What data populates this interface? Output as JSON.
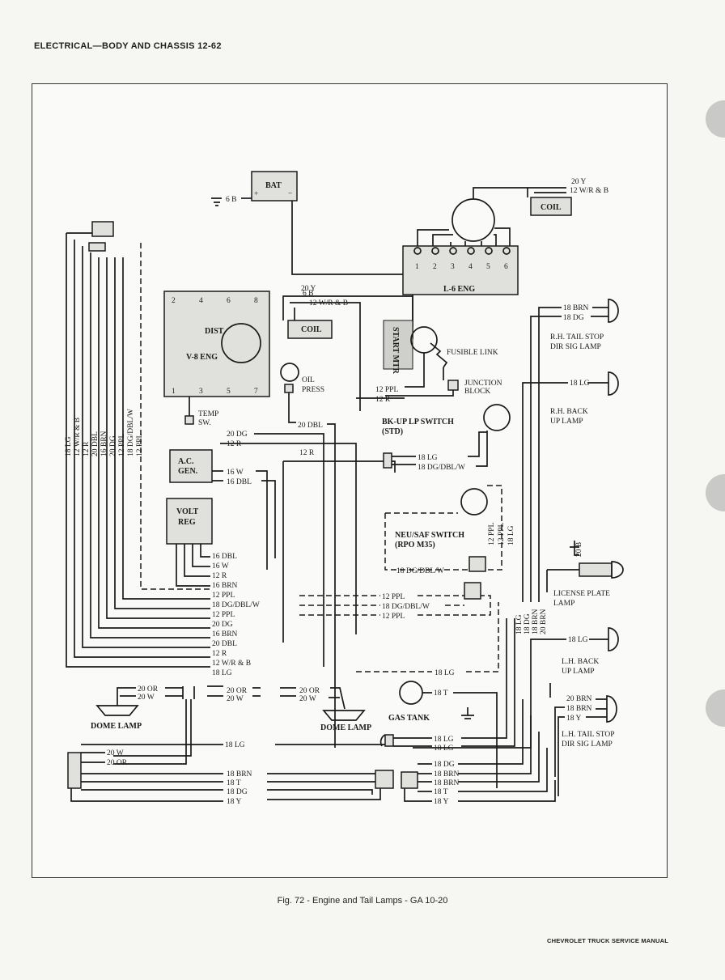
{
  "header": "ELECTRICAL—BODY AND CHASSIS 12-62",
  "caption": "Fig. 72 - Engine and Tail Lamps - GA 10-20",
  "footer": "CHEVROLET TRUCK SERVICE MANUAL",
  "components": {
    "battery": "BAT",
    "coil_l6": "COIL",
    "engine_l6": "L-6 ENG",
    "engine_v8": "V-8 ENG",
    "dist": "DIST",
    "coil_v8": "COIL",
    "start_mtr": "START MTR",
    "fusible_link": "FUSIBLE LINK",
    "junction_block_1": "JUNCTION",
    "junction_block_2": "BLOCK",
    "oil_press_1": "OIL",
    "oil_press_2": "PRESS",
    "temp_sw_1": "TEMP",
    "temp_sw_2": "SW.",
    "ac_gen_1": "A.C.",
    "ac_gen_2": "GEN.",
    "volt_reg_1": "VOLT",
    "volt_reg_2": "REG",
    "bk_up_switch_1": "BK-UP LP SWITCH",
    "bk_up_switch_2": "(STD)",
    "neu_saf_1": "NEU/SAF SWITCH",
    "neu_saf_2": "(RPO M35)",
    "rh_tail_1": "R.H. TAIL STOP",
    "rh_tail_2": "DIR SIG LAMP",
    "rh_back_1": "R.H. BACK",
    "rh_back_2": "UP LAMP",
    "license_1": "LICENSE PLATE",
    "license_2": "LAMP",
    "lh_back_1": "L.H. BACK",
    "lh_back_2": "UP LAMP",
    "lh_tail_1": "L.H. TAIL STOP",
    "lh_tail_2": "DIR SIG LAMP",
    "dome_lamp_left": "DOME LAMP",
    "dome_lamp_right": "DOME LAMP",
    "gas_tank": "GAS TANK"
  },
  "wires": {
    "w6b_bat": "6 B",
    "w20y_coil": "20 Y",
    "w12wrb_coil": "12 W/R & B",
    "w6b": "6 B",
    "w20y": "20 Y",
    "w12wrb": "12 W/R & B",
    "w12ppl_j": "12 PPL",
    "w12r_j": "12 R",
    "w20dbl_oil": "20 DBL",
    "w20dg_temp": "20 DG",
    "w12r_gen": "12 R",
    "w12r_mid": "12 R",
    "w16w_gen": "16 W",
    "w16dbl_gen": "16 DBL",
    "w18lg_bk": "18 LG",
    "w18dgdblw_bk": "18 DG/DBL/W",
    "w18brn_rh": "18 BRN",
    "w18dg_rh": "18 DG",
    "w18lg_rh": "18 LG",
    "w12ppl_neu": "12 PPL",
    "w12ppl_neu2": "12 PPL",
    "w18lg_neu": "18 LG",
    "w18dgdblw_neu": "18 DG/DBL/W",
    "w20b_lic": "20 B",
    "w12ppl_r1": "12 PPL",
    "w18dgdblw_r": "18 DG/DBL/W",
    "w12ppl_r2": "12 PPL",
    "w18lg_bottom": "18 LG",
    "w18t_gas": "18 T",
    "w18lg_lh": "18 LG",
    "w20brn_lh": "20 BRN",
    "w18brn_lh": "18 BRN",
    "w18y_lh": "18 Y",
    "v_18lg": "18 LG",
    "v_18dg": "18 DG",
    "v_18brn": "18 BRN",
    "v_20brn": "20 BRN"
  },
  "harness_vertical_labels": [
    "18 LG",
    "12 W/R & B",
    "12 R",
    "20 DBL",
    "16 BRN",
    "20 DG",
    "12 PPL",
    "18 DG/DBL/W",
    "12 PPL"
  ],
  "harness_list": [
    "16 DBL",
    "16 W",
    "12 R",
    "16 BRN",
    "12 PPL",
    "18 DG/DBL/W",
    "12 PPL",
    "20 DG",
    "16 BRN",
    "20 DBL",
    "12 R",
    "12 W/R & B",
    "18 LG"
  ],
  "dome_wires": {
    "l_or": "20 OR",
    "l_w": "20 W",
    "m_or": "20 OR",
    "m_w": "20 W",
    "r_or": "20 OR",
    "r_w": "20 W"
  },
  "bottom_wires": {
    "b_20w": "20 W",
    "b_20or": "20 OR",
    "b_18lg": "18 LG",
    "b_18brn": "18 BRN",
    "b_18t": "18 T",
    "b_18dg": "18 DG",
    "b_18y": "18 Y",
    "g_18lg1": "18 LG",
    "g_18lg2": "18 LG",
    "g_18dg": "18 DG",
    "g_18brn1": "18 BRN",
    "g_18brn2": "18 BRN",
    "g_18t": "18 T",
    "g_18y": "18 Y"
  },
  "l6_pins": [
    "1",
    "2",
    "3",
    "4",
    "5",
    "6"
  ],
  "v8_top_pins": [
    "2",
    "4",
    "6",
    "8"
  ],
  "v8_bottom_pins": [
    "1",
    "3",
    "5",
    "7"
  ]
}
